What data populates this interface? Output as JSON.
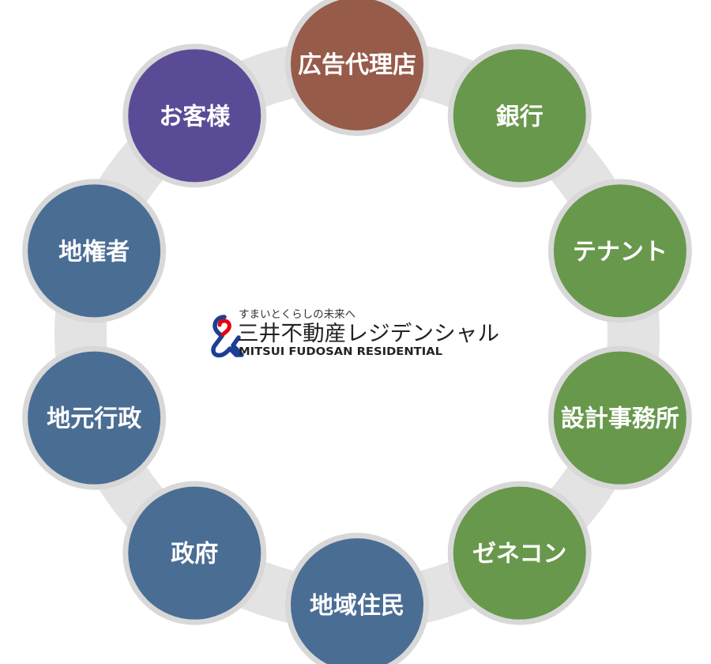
{
  "logo": {
    "mark": "&",
    "tagline": "すまいとくらしの未来へ",
    "name_ja": "三井不動産レジデンシャル",
    "name_en": "MITSUI FUDOSAN RESIDENTIAL",
    "colors": {
      "mark_blue": "#1c3f94",
      "mark_red": "#e60012"
    }
  },
  "diagram": {
    "ring_color": "#e3e3e3",
    "node_border_color": "#d8d8d8",
    "nodes": [
      {
        "label": "地権者",
        "color": "#4a6d94"
      },
      {
        "label": "お客様",
        "color": "#5b4b97"
      },
      {
        "label": "広告代理店",
        "color": "#975b4a"
      },
      {
        "label": "銀行",
        "color": "#68984c"
      },
      {
        "label": "テナント",
        "color": "#68984c"
      },
      {
        "label": "設計事務所",
        "color": "#68984c"
      },
      {
        "label": "ゼネコン",
        "color": "#68984c"
      },
      {
        "label": "地域住民",
        "color": "#4a6d94"
      },
      {
        "label": "政府",
        "color": "#4a6d94"
      },
      {
        "label": "地元行政",
        "color": "#4a6d94"
      }
    ]
  }
}
